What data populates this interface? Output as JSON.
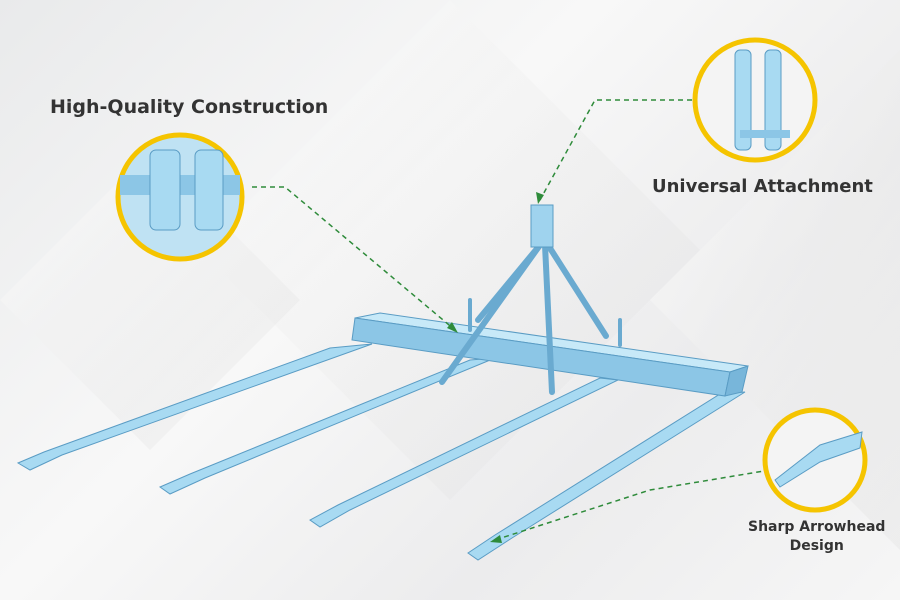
{
  "callouts": {
    "construction": "High-Quality Construction",
    "attachment": "Universal Attachment",
    "arrowhead_line1": "Sharp Arrowhead",
    "arrowhead_line2": "Design"
  },
  "colors": {
    "steel": "#9fd3ee",
    "steel_dark": "#6fb1d6",
    "ring": "#f5c400",
    "leader": "#2e8b3a"
  }
}
